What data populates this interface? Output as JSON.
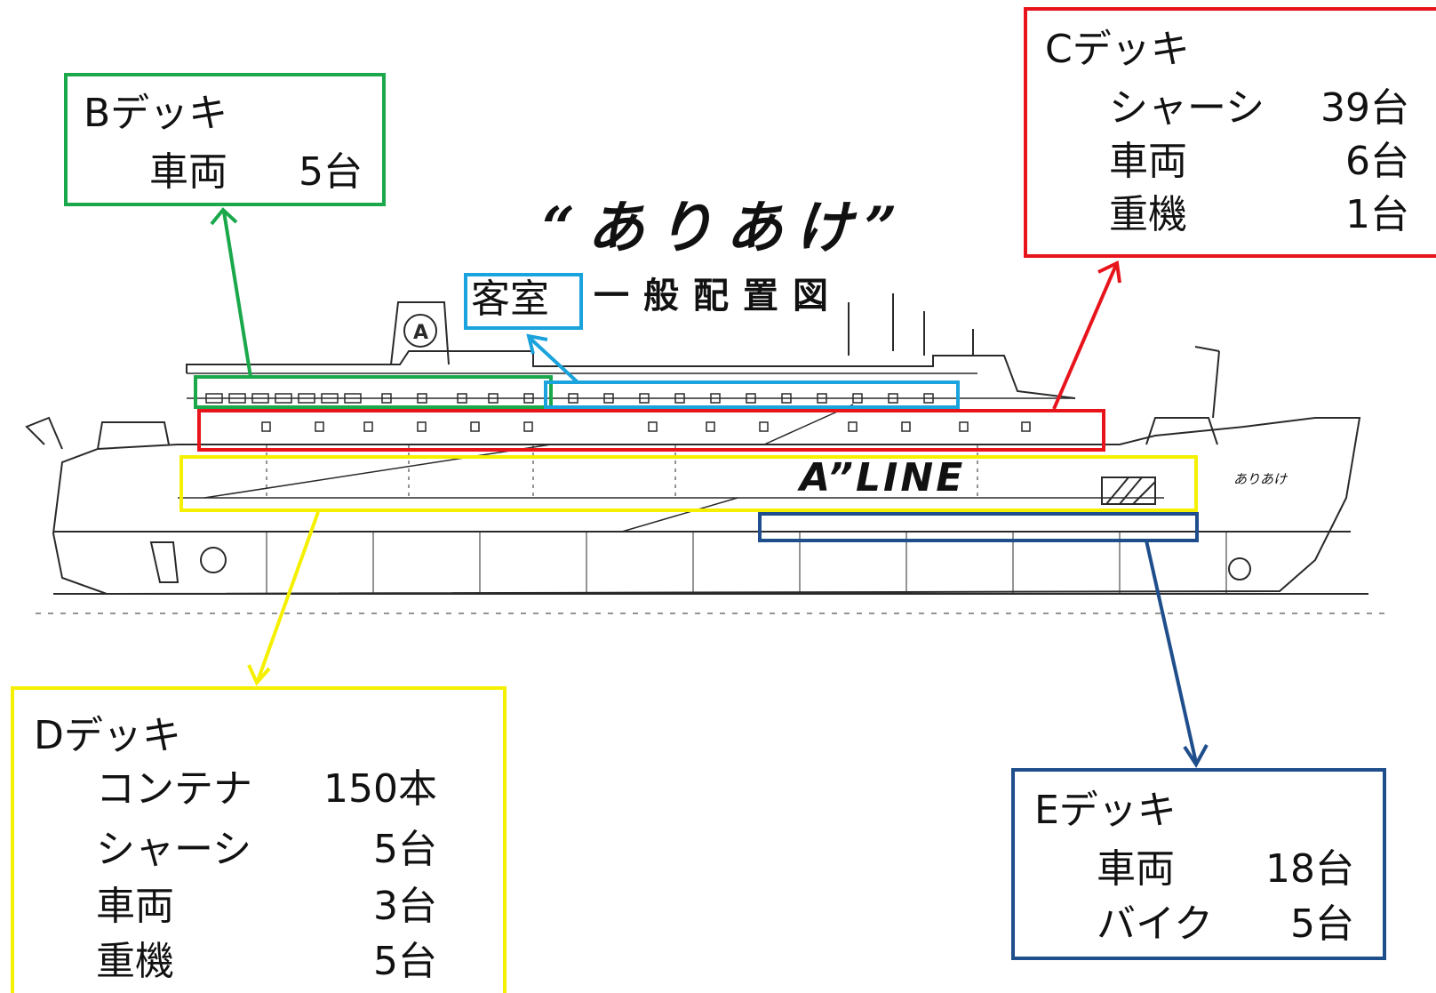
{
  "drawing": {
    "title": "“ありあけ”",
    "subtitle": "一般配置図",
    "hull_logo": "A”LINE",
    "hull_name": "ありあけ"
  },
  "cabin_label": "客室",
  "decks": {
    "b": {
      "title": "Bデッキ",
      "rows": [
        {
          "label": "車両",
          "value": "5台"
        }
      ]
    },
    "c": {
      "title": "Cデッキ",
      "rows": [
        {
          "label": "シャーシ",
          "value": "39台"
        },
        {
          "label": "車両",
          "value": "6台"
        },
        {
          "label": "重機",
          "value": "1台"
        }
      ]
    },
    "d": {
      "title": "Dデッキ",
      "rows": [
        {
          "label": "コンテナ",
          "value": "150本"
        },
        {
          "label": "シャーシ",
          "value": "5台"
        },
        {
          "label": "車両",
          "value": "3台"
        },
        {
          "label": "重機",
          "value": "5台"
        }
      ]
    },
    "e": {
      "title": "Eデッキ",
      "rows": [
        {
          "label": "車両",
          "value": "18台"
        },
        {
          "label": "バイク",
          "value": "5台"
        }
      ]
    }
  },
  "colors": {
    "b_deck": "#1aa84b",
    "c_deck": "#e8141c",
    "d_deck": "#f5f000",
    "e_deck": "#1f4e8c",
    "cabin": "#1aa3dc",
    "drawing_line": "#2a2a2a"
  }
}
